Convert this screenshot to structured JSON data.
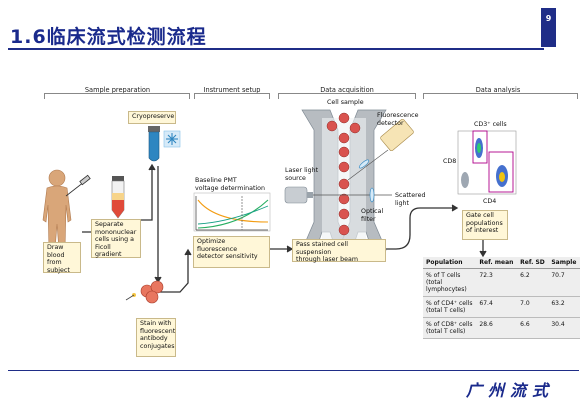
{
  "header": {
    "title": "1.6临床流式检测流程",
    "page_number": "9"
  },
  "footer": {
    "brand": "广州流式"
  },
  "sections": {
    "sample_preparation": "Sample preparation",
    "instrument_setup": "Instrument setup",
    "data_acquisition": "Data acquisition",
    "data_analysis": "Data analysis"
  },
  "steps": {
    "cryopreserve": "Cryopreserve",
    "draw_blood": [
      "Draw",
      "blood from",
      "subject"
    ],
    "separate": [
      "Separate",
      "mononuclear",
      "cells using a",
      "Ficoll gradient"
    ],
    "stain": [
      "Stain with",
      "fluorescent",
      "antibody",
      "conjugates"
    ],
    "baseline_pmt": [
      "Baseline PMT",
      "voltage determination"
    ],
    "optimize": [
      "Optimize",
      "fluorescence",
      "detector sensitivity"
    ],
    "pass_stained": [
      "Pass stained cell suspension",
      "through laser beam"
    ],
    "gate_cells": [
      "Gate cell",
      "populations",
      "of interest"
    ]
  },
  "acquisition_labels": {
    "cell_sample": "Cell sample",
    "fluorescence_detector": [
      "Fluorescence",
      "detector"
    ],
    "laser_light_source": [
      "Laser light",
      "source"
    ],
    "scattered_light": [
      "Scattered",
      "light"
    ],
    "optical_filter": [
      "Optical",
      "filter"
    ]
  },
  "analysis_labels": {
    "cd3": "CD3⁺ cells",
    "cd8": "CD8",
    "cd4": "CD4"
  },
  "table": {
    "headers": [
      "Population",
      "Ref. mean",
      "Ref. SD",
      "Sample"
    ],
    "rows": [
      {
        "population": [
          "% of T cells",
          "(total",
          "lymphocytes)"
        ],
        "mean": "72.3",
        "sd": "6.2",
        "sample": "70.7"
      },
      {
        "population": [
          "% of CD4⁺ cells",
          "(total T cells)"
        ],
        "mean": "67.4",
        "sd": "7.0",
        "sample": "63.2"
      },
      {
        "population": [
          "% of CD8⁺ cells",
          "(total T cells)"
        ],
        "mean": "28.6",
        "sd": "6.6",
        "sample": "30.4"
      }
    ]
  },
  "colors": {
    "title_blue": "#1a2a8c",
    "box_fill": "#fff7d8",
    "cell_red": "#d9534f",
    "tube_blue": "#2e86c1"
  }
}
